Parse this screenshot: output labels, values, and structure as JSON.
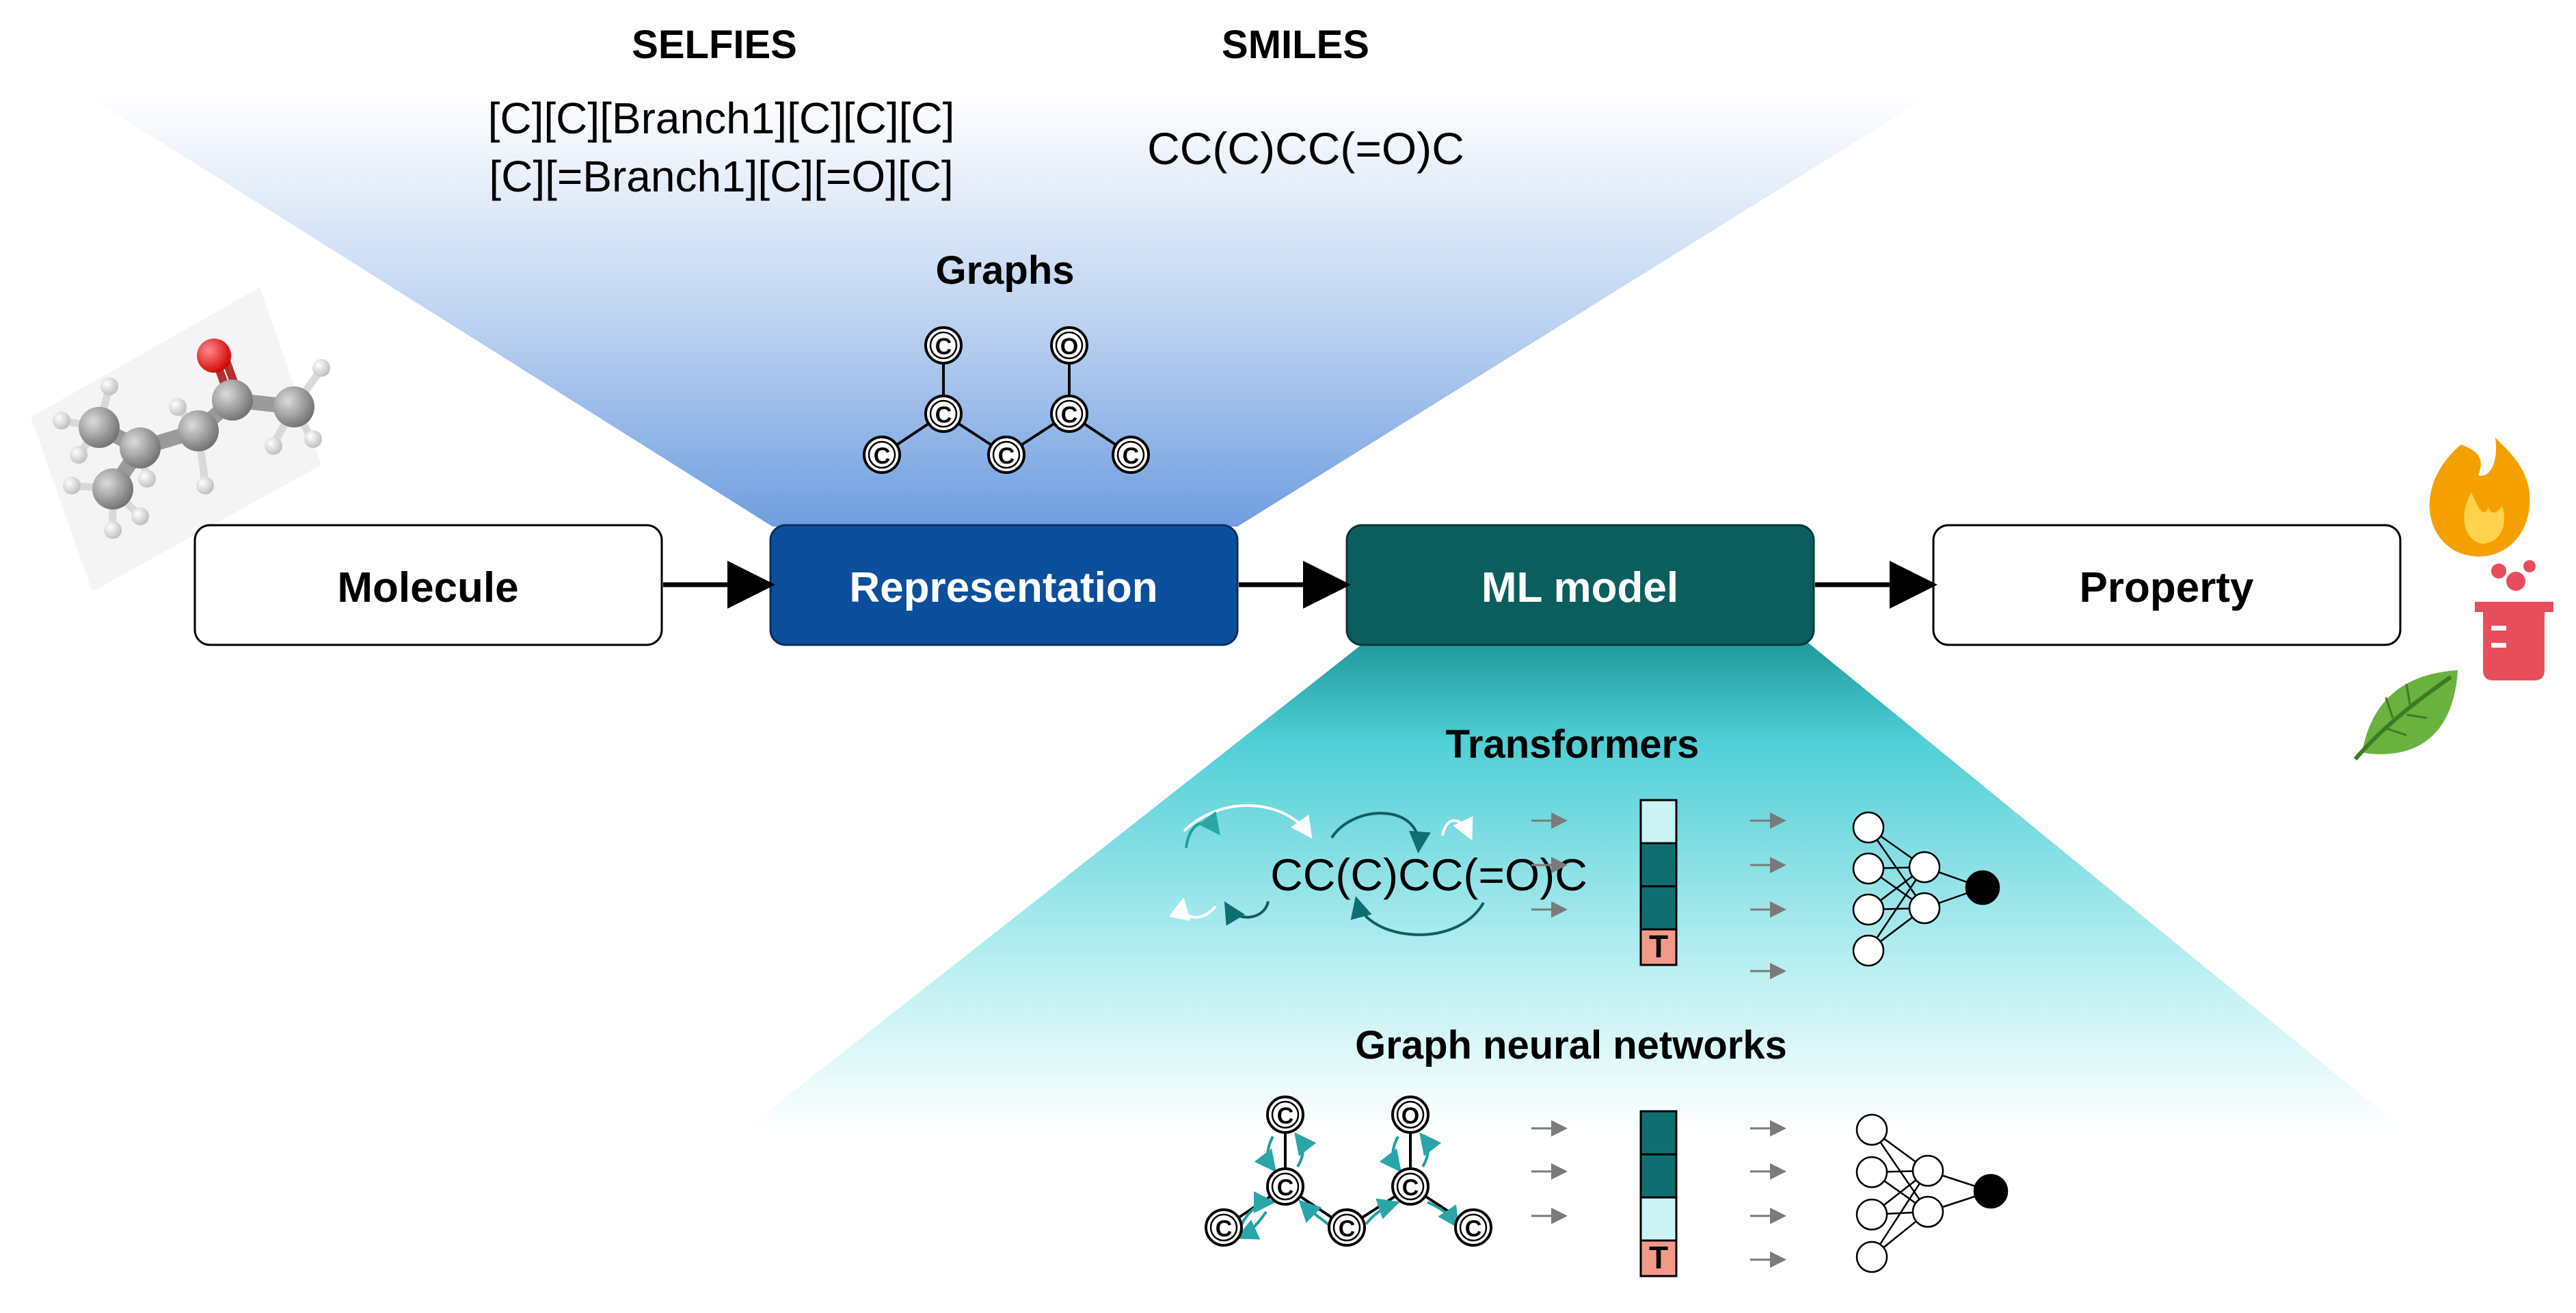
{
  "representations": {
    "selfies": {
      "heading": "SELFIES",
      "line1": "[C][C][Branch1][C][C][C]",
      "line2": "[C][=Branch1][C][=O][C]"
    },
    "smiles": {
      "heading": "SMILES",
      "string": "CC(C)CC(=O)C"
    },
    "graphs": {
      "heading": "Graphs",
      "atoms": [
        "C",
        "C",
        "C",
        "C",
        "C",
        "O",
        "C"
      ]
    }
  },
  "pipeline": {
    "molecule": "Molecule",
    "representation": "Representation",
    "ml_model": "ML model",
    "property": "Property"
  },
  "models": {
    "transformers": {
      "heading": "Transformers",
      "smiles_string": "CC(C)CC(=O)C",
      "token_label": "T"
    },
    "gnn": {
      "heading": "Graph neural networks",
      "atoms": [
        "C",
        "C",
        "C",
        "C",
        "C",
        "O",
        "C"
      ],
      "token_label": "T"
    }
  },
  "colors": {
    "representation_box": "#0b4f9c",
    "ml_model_box": "#0c5e5e",
    "blue_fan": "#6f9ee0",
    "teal_fan": "#2ab8c0",
    "teal_dark": "#0f6f70",
    "teal_light": "#ccf4f7",
    "token_pink": "#f19a8a",
    "oxygen_red": "#ee1111"
  },
  "icons": [
    "molecule-3d-icon",
    "flame-icon",
    "beaker-icon",
    "leaf-icon"
  ]
}
